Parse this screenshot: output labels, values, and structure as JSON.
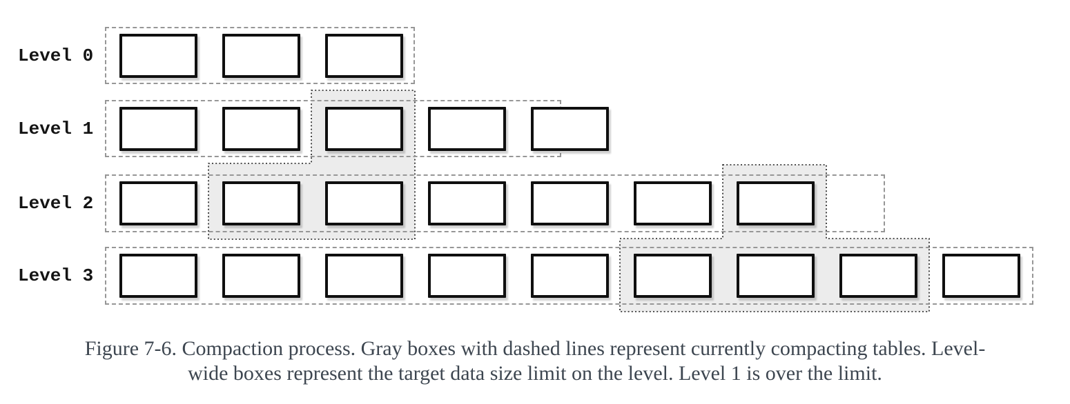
{
  "figure": {
    "kind": "leveled-compaction-diagram",
    "levels": [
      {
        "label": "Level 0",
        "tables": 3
      },
      {
        "label": "Level 1",
        "tables": 5
      },
      {
        "label": "Level 2",
        "tables": 7
      },
      {
        "label": "Level 3",
        "tables": 9
      }
    ],
    "compactions": [
      {
        "from_level": 1,
        "from_tables": [
          2
        ],
        "to_level": 2,
        "to_tables": [
          1,
          2
        ]
      },
      {
        "from_level": 2,
        "from_tables": [
          6
        ],
        "to_level": 3,
        "to_tables": [
          5,
          6,
          7
        ]
      }
    ],
    "caption": {
      "line1": "Figure 7-6. Compaction process. Gray boxes with dashed lines represent currently compacting tables. Level-",
      "line2": "wide boxes represent the target data size limit on the level. Level 1 is over the limit."
    },
    "colors": {
      "background": "#ffffff",
      "compacting_fill": "#ececec",
      "compacting_border": "#1a1a1a",
      "limit_box_border": "#969696",
      "table_fill": "#ffffff",
      "table_border": "#0f0f0f",
      "label_text": "#141414",
      "caption_text": "#3d4650"
    }
  }
}
